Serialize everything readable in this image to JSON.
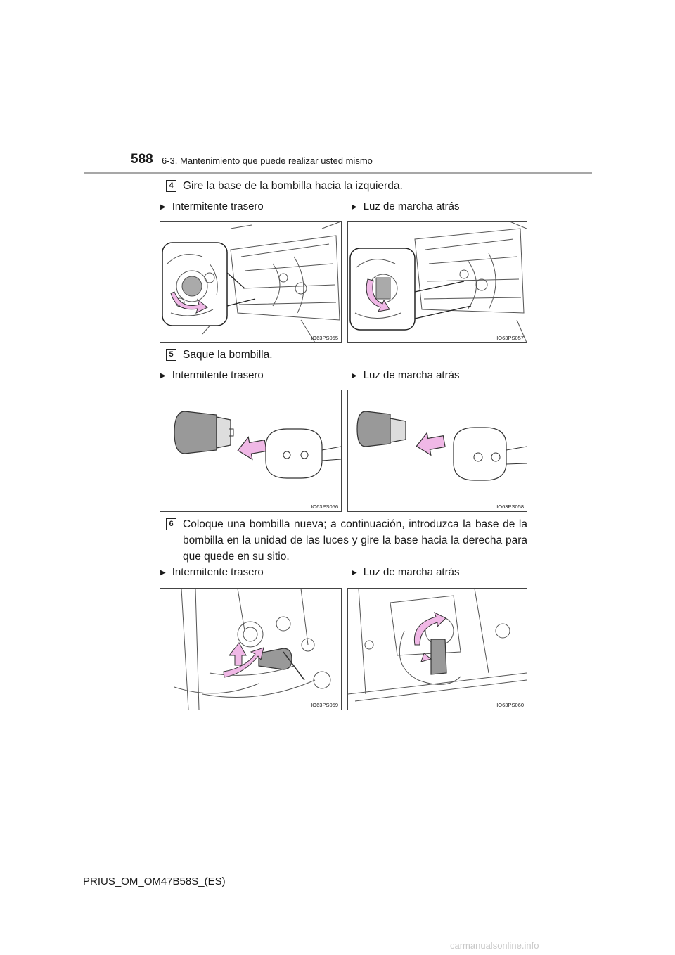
{
  "header": {
    "page_number": "588",
    "section": "6-3. Mantenimiento que puede realizar usted mismo"
  },
  "steps": [
    {
      "number": "4",
      "text": "Gire la base de la bombilla hacia la izquierda.",
      "left_label": "Intermitente trasero",
      "right_label": "Luz de marcha atrás",
      "left_code": "IO63PS055",
      "right_code": "IO63PS057"
    },
    {
      "number": "5",
      "text": "Saque la bombilla.",
      "left_label": "Intermitente trasero",
      "right_label": "Luz de marcha atrás",
      "left_code": "IO63PS056",
      "right_code": "IO63PS058"
    },
    {
      "number": "6",
      "text": "Coloque una bombilla nueva; a continuación, introduzca la base de la bombilla en la unidad de las luces y gire la base hacia la derecha para que quede en su sitio.",
      "left_label": "Intermitente trasero",
      "right_label": "Luz de marcha atrás",
      "left_code": "IO63PS059",
      "right_code": "IO63PS060"
    }
  ],
  "footer": {
    "doc_id": "PRIUS_OM_OM47B58S_(ES)"
  },
  "watermark": "carmanualsonline.info",
  "colors": {
    "arrow": "#f0b8e6",
    "rule": "#a7a7a7"
  }
}
